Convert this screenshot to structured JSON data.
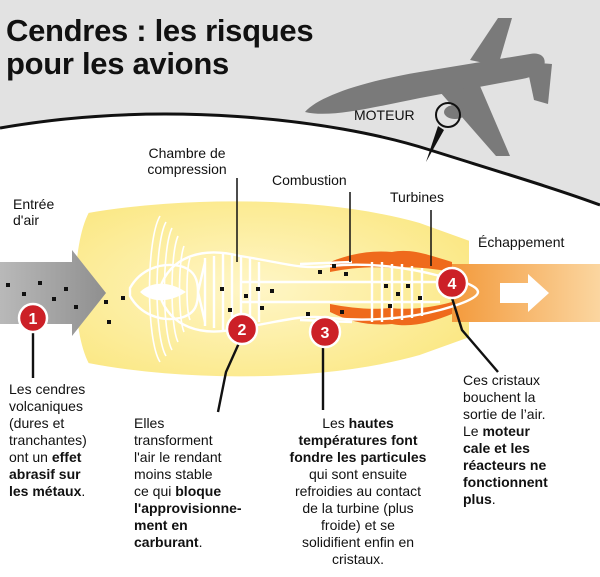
{
  "title": {
    "line1": "Cendres : les risques",
    "line2": "pour les avions"
  },
  "labels": {
    "moteur": "MOTEUR",
    "chambre_line1": "Chambre de",
    "chambre_line2": "compression",
    "combustion": "Combustion",
    "turbines": "Turbines",
    "entree_line1": "Entrée",
    "entree_line2": "d'air",
    "echappement": "Échappement"
  },
  "markers": [
    "1",
    "2",
    "3",
    "4"
  ],
  "notes": {
    "n1": {
      "l1": "Les cendres",
      "l2": "volcaniques",
      "l3": "(dures et",
      "l4": "tranchantes)",
      "l5a": "ont un ",
      "l5b": "effet",
      "l6": "abrasif sur",
      "l7a": "les métaux",
      "l7b": "."
    },
    "n2": {
      "l1": "Elles",
      "l2": "transforment",
      "l3": "l'air le rendant",
      "l4": "moins stable",
      "l5a": "ce qui ",
      "l5b": "bloque",
      "l6": "l'approvisionne-",
      "l7": "ment en",
      "l8a": "carburant",
      "l8b": "."
    },
    "n3": {
      "l1a": "Les ",
      "l1b": "hautes",
      "l2": "températures font",
      "l3": "fondre les particules",
      "l4": "qui sont ensuite",
      "l5": "refroidies au contact",
      "l6": "de la turbine (plus",
      "l7": "froide) et se",
      "l8": "solidifient enfin en",
      "l9": "cristaux."
    },
    "n4": {
      "l1": "Ces cristaux",
      "l2": "bouchent la",
      "l3": "sortie de l’air.",
      "l4a": "Le ",
      "l4b": "moteur",
      "l5": "cale et les",
      "l6": "réacteurs ne",
      "l7": "fonctionnent",
      "l8a": "plus",
      "l8b": "."
    }
  },
  "colors": {
    "sky": "#e2e2e2",
    "engine_fill": "#fbeea0",
    "marker_red": "#cc2027",
    "flame": "#ef6a1c",
    "exhaust": "#f6a94a",
    "intake_arrow": "#8a8a8a",
    "plane": "#777777"
  }
}
